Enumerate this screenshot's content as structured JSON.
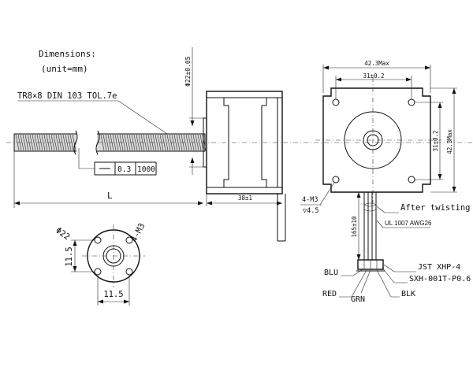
{
  "header": {
    "dimensions_label": "Dimensions:",
    "unit_label": "(unit=mm)"
  },
  "side_view": {
    "thread_spec": "TR8×8 DIN 103 TOL.7e",
    "tolerance_value": "0.3",
    "tolerance_length": "1000",
    "length_label": "L",
    "boss_diameter": "Φ22±0.05",
    "body_length": "38±1"
  },
  "front_view": {
    "width_max": "42.3Max",
    "hole_spacing_top": "31±0.2",
    "hole_spacing_side": "31±0.2",
    "height_max": "42.3Max",
    "mount_holes": "4-M3",
    "hole_depth": "▽4.5",
    "after_twisting": "After twisting",
    "lead_length": "165±10",
    "wire_spec": "UL 1007 AWG26",
    "connector": "JST XHP-4",
    "terminal": "SXH-001T-P0.6"
  },
  "wires": {
    "blu": "BLU",
    "red": "RED",
    "grn": "GRN",
    "blk": "BLK"
  },
  "nut_view": {
    "diameter": "Φ22",
    "holes": "4-M3",
    "dim_vertical": "11.5",
    "dim_horizontal": "11.5"
  }
}
